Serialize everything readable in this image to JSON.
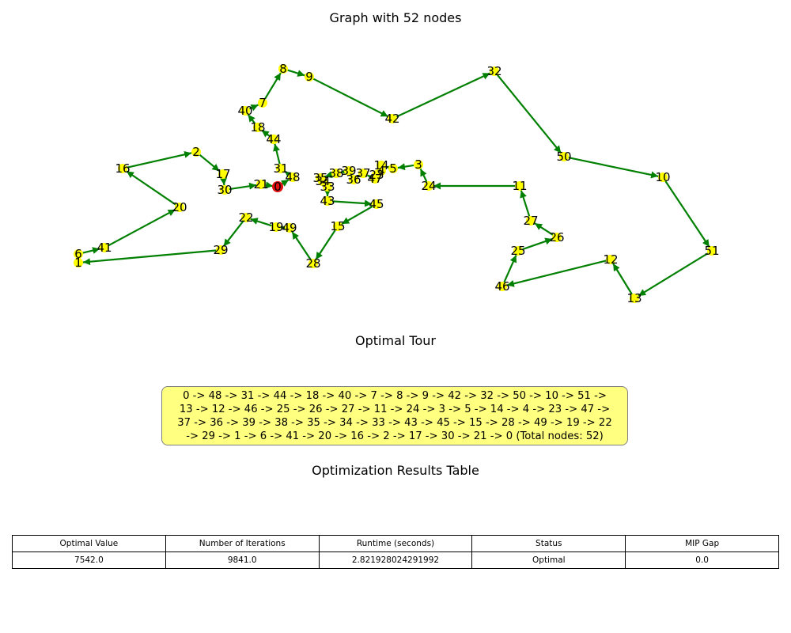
{
  "graph_title": "Graph with 52 nodes",
  "tour_title": "Optimal Tour",
  "table_title": "Optimization Results Table",
  "tour_text_lines": [
    "0 -> 48 -> 31 -> 44 -> 18 -> 40 -> 7 -> 8 -> 9 -> 42 -> 32 -> 50 -> 10 -> 51 ->",
    "13 -> 12 -> 46 -> 25 -> 26 -> 27 -> 11 -> 24 -> 3 -> 5 -> 14 -> 4 -> 23 -> 47 ->",
    "37 -> 36 -> 39 -> 38 -> 35 -> 34 -> 33 -> 43 -> 45 -> 15 -> 28 -> 49 -> 19 -> 22",
    "-> 29 -> 1 -> 6 -> 41 -> 20 -> 16 -> 2 -> 17 -> 30 -> 21 -> 0 (Total nodes: 52)"
  ],
  "table": {
    "headers": [
      "Optimal Value",
      "Number of Iterations",
      "Runtime (seconds)",
      "Status",
      "MIP Gap"
    ],
    "values": [
      "7542.0",
      "9841.0",
      "2.821928024291992",
      "Optimal",
      "0.0"
    ]
  },
  "colors": {
    "edge": "#008000",
    "node": "#ffff00",
    "start_node": "#e01010",
    "tour_box": "#ffff80",
    "label": "#000000"
  },
  "graph": {
    "start_node": "0",
    "tour": [
      "0",
      "48",
      "31",
      "44",
      "18",
      "40",
      "7",
      "8",
      "9",
      "42",
      "32",
      "50",
      "10",
      "51",
      "13",
      "12",
      "46",
      "25",
      "26",
      "27",
      "11",
      "24",
      "3",
      "5",
      "14",
      "4",
      "23",
      "47",
      "37",
      "36",
      "39",
      "38",
      "35",
      "34",
      "33",
      "43",
      "45",
      "15",
      "28",
      "49",
      "19",
      "22",
      "29",
      "1",
      "6",
      "41",
      "20",
      "16",
      "2",
      "17",
      "30",
      "21",
      "0"
    ]
  }
}
